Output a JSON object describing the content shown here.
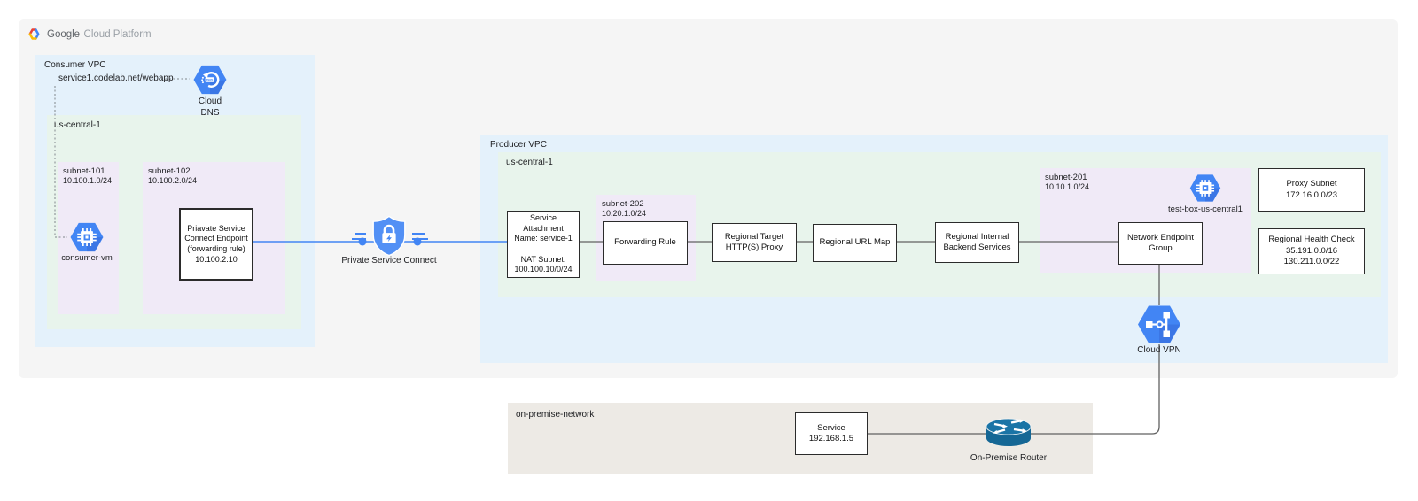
{
  "header": {
    "brand_google": "Google",
    "brand_rest": "Cloud Platform"
  },
  "consumer_vpc": {
    "label": "Consumer VPC",
    "dns_record": "service1.codelab.net/webapp",
    "cloud_dns_caption": "Cloud\nDNS",
    "region": {
      "label": "us-central-1"
    },
    "subnet_101": {
      "name": "subnet-101",
      "cidr": "10.100.1.0/24",
      "vm_caption": "consumer-vm"
    },
    "subnet_102": {
      "name": "subnet-102",
      "cidr": "10.100.2.0/24",
      "endpoint_box": "Priavate Service\nConnect Endpoint\n(forwarding rule)\n10.100.2.10"
    }
  },
  "psc": {
    "caption": "Private Service Connect"
  },
  "producer_vpc": {
    "label": "Producer VPC",
    "region": {
      "label": "us-central-1"
    },
    "service_attachment": "Service\nAttachment\nName: service-1\n\nNAT Subnet:\n100.100.10/0/24",
    "subnet_202": {
      "name": "subnet-202",
      "cidr": "10.20.1.0/24",
      "forwarding_rule": "Forwarding Rule"
    },
    "regional_target_proxy": "Regional Target\nHTTP(S) Proxy",
    "regional_url_map": "Regional URL Map",
    "regional_backend": "Regional Internal\nBackend Services",
    "subnet_201": {
      "name": "subnet-201",
      "cidr": "10.10.1.0/24",
      "vm_caption": "test-box-us-central1",
      "neg": "Network Endpoint\nGroup"
    },
    "proxy_subnet": "Proxy Subnet\n172.16.0.0/23",
    "health_check": "Regional Health Check\n35.191.0.0/16\n130.211.0.0/22",
    "cloud_vpn_caption": "Cloud VPN"
  },
  "on_premise": {
    "label": "on-premise-network",
    "service_box": "Service\n192.168.1.5",
    "router_caption": "On-Premise Router"
  },
  "colors": {
    "google_blue": "#4285f4",
    "google_blue_dark": "#3367d6",
    "canvas_bg": "#f5f5f5",
    "vpc_bg": "#e4f1fb",
    "region_bg": "#e8f4ec",
    "subnet_bg": "#f0eaf7",
    "onprem_bg": "#edeae5",
    "router_teal": "#156795",
    "connector_gray": "#616161"
  }
}
